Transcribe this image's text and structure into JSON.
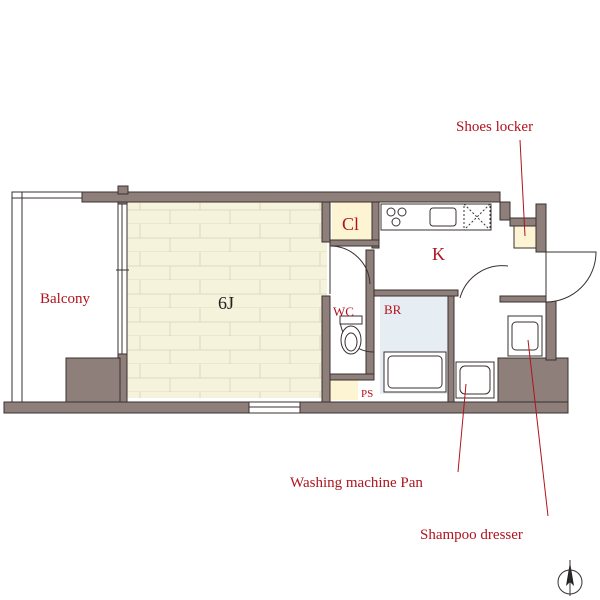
{
  "colors": {
    "wall": "#8e7f7b",
    "wall_stroke": "#3a3030",
    "floor_wood": "#f6f3dc",
    "floor_tile": "#e6edf3",
    "floor_yellow": "#fdf4d3",
    "label_red": "#b0131e",
    "leader": "#b0131e"
  },
  "rooms": {
    "main": "6J",
    "kitchen": "K",
    "closet": "Cl",
    "toilet": "WC",
    "bathroom": "BR",
    "pipe_space": "PS",
    "balcony": "Balcony"
  },
  "callouts": {
    "shoes_locker": "Shoes locker",
    "washing_machine_pan": "Washing machine Pan",
    "shampoo_dresser": "Shampoo dresser"
  },
  "compass": {
    "north_icon": "north-arrow-icon"
  }
}
